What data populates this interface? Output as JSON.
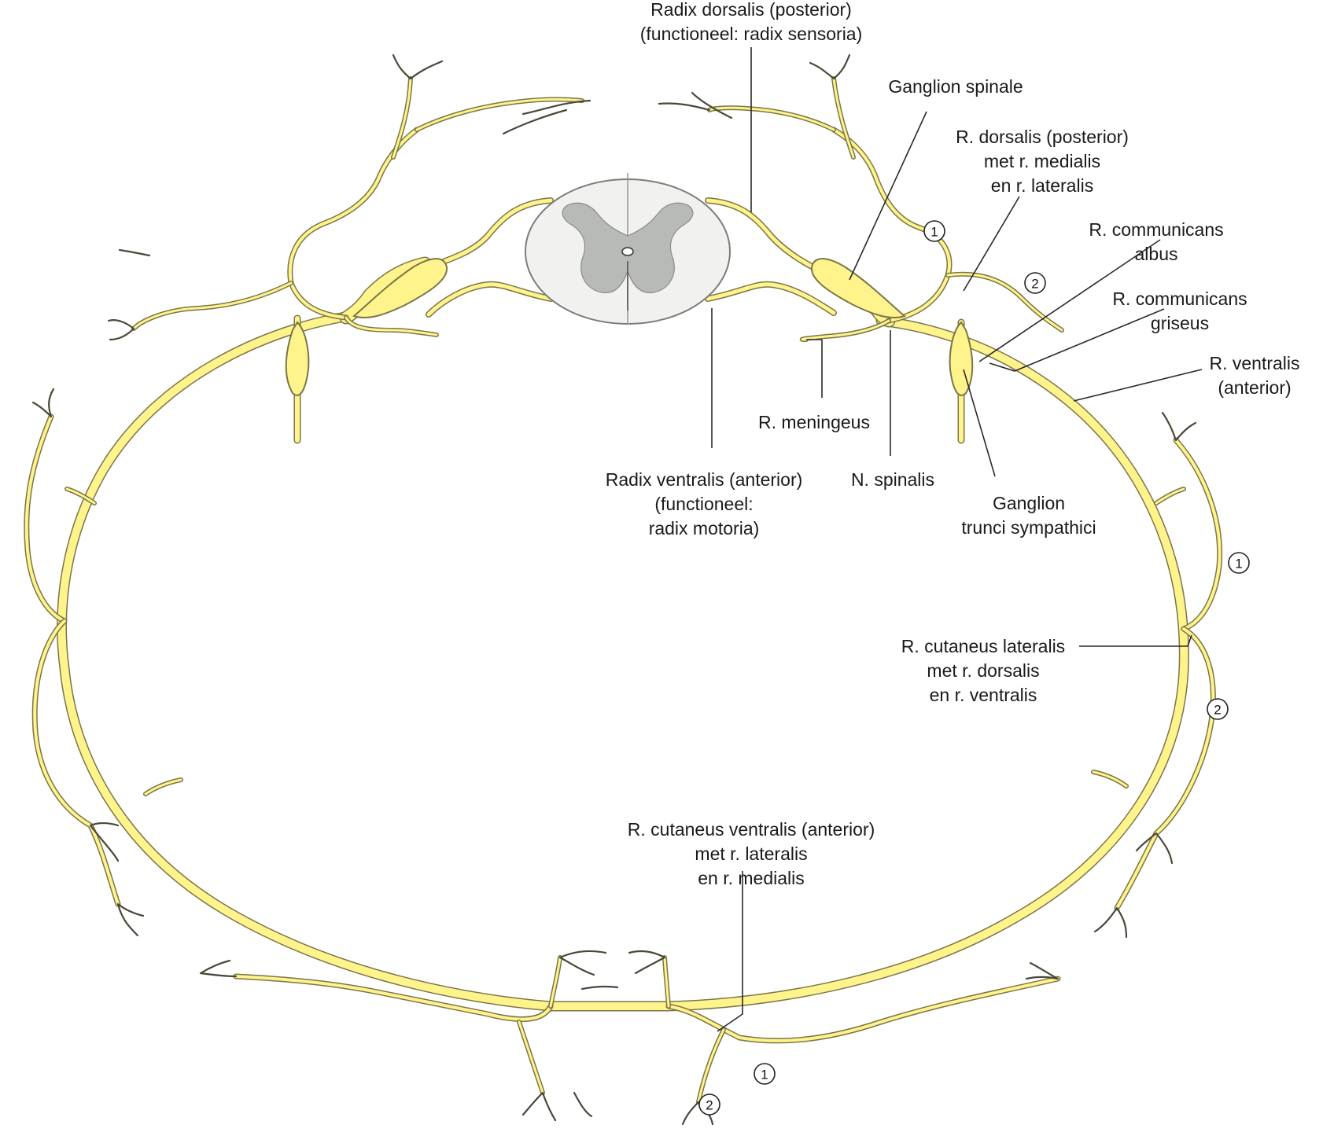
{
  "labels": {
    "radix_dorsalis": [
      "Radix dorsalis (posterior)",
      "(functioneel: radix sensoria)"
    ],
    "ganglion_spinale": [
      "Ganglion spinale"
    ],
    "r_dorsalis": [
      "R. dorsalis (posterior)",
      "met r. medialis",
      "en r. lateralis"
    ],
    "r_comm_albus": [
      "R. communicans",
      "albus"
    ],
    "r_comm_griseus": [
      "R. communicans",
      "griseus"
    ],
    "r_ventralis": [
      "R. ventralis",
      "(anterior)"
    ],
    "r_meningeus": [
      "R. meningeus"
    ],
    "radix_ventralis": [
      "Radix ventralis (anterior)",
      "(functioneel:",
      "radix motoria)"
    ],
    "n_spinalis": [
      "N. spinalis"
    ],
    "ganglion_trunci": [
      "Ganglion",
      "trunci sympathici"
    ],
    "r_cut_lateralis": [
      "R. cutaneus lateralis",
      "met r. dorsalis",
      "en r. ventralis"
    ],
    "r_cut_ventralis": [
      "R. cutaneus ventralis (anterior)",
      "met r. lateralis",
      "en r. medialis"
    ]
  },
  "markers": {
    "dorsal_medial": "1",
    "dorsal_lateral": "2",
    "lateral_dorsal": "1",
    "lateral_ventral": "2",
    "ventral_lateral": "1",
    "ventral_medial": "2"
  },
  "colors": {
    "nerve_fill": "#fff38c",
    "nerve_outline": "#7a7648",
    "cord_white_matter": "#f1f2f0",
    "cord_grey_matter": "#b8bab8"
  }
}
